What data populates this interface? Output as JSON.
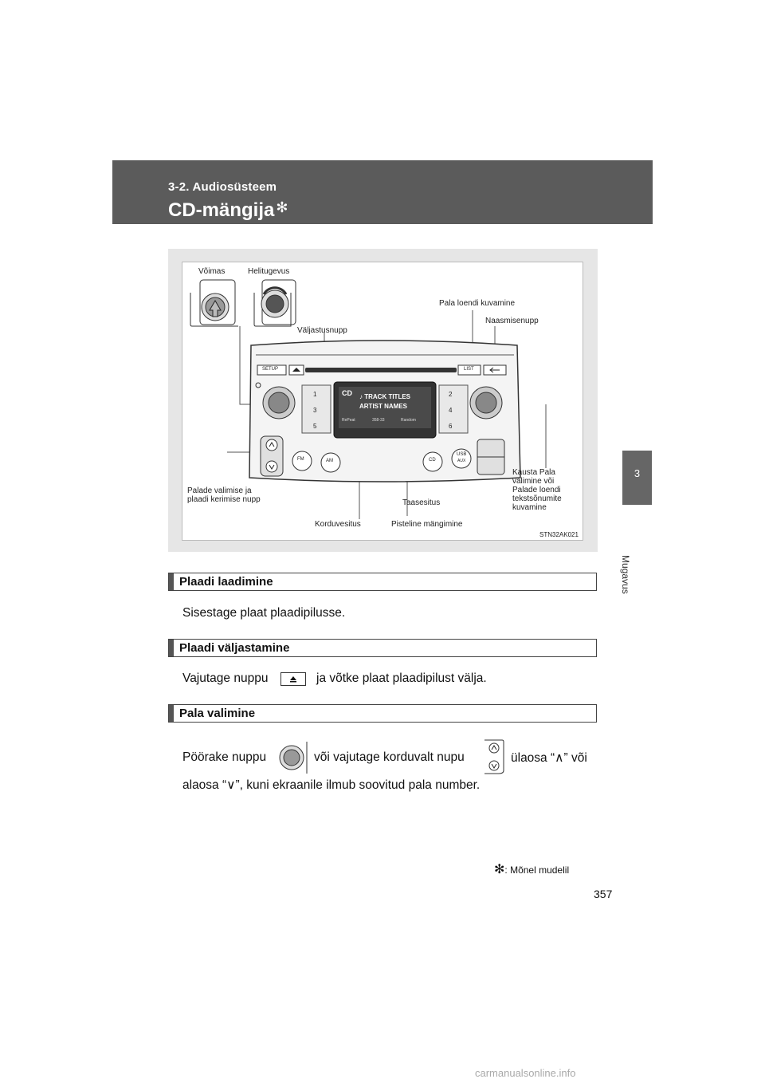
{
  "header": {
    "section_label": "3-2. Audiosüsteem",
    "title": "CD-mängija",
    "title_marker": "✻"
  },
  "side_tab": {
    "chapter_number": "3",
    "chapter_label": "Mugavus"
  },
  "figure": {
    "labels": {
      "power": "Võimas",
      "volume": "Helitugevus",
      "list_display": "Pala loendi kuvamine",
      "return": "Naasmisenupp",
      "eject": "Väljastusnupp",
      "select_seek": [
        "Palade valimise ja",
        "plaadi kerimise nupp"
      ],
      "folder": [
        "Kausta Pala",
        "valimine või",
        "Palade loendi",
        "tekstsõnumite",
        "kuvamine"
      ],
      "playback": "Taasesitus",
      "repeat": "Korduvesitus",
      "random": "Pisteline mängimine"
    },
    "code": "STN32AK021",
    "unit": {
      "setup": "SETUP",
      "list": "LIST",
      "presets": [
        "1",
        "2",
        "3",
        "4",
        "5",
        "6"
      ],
      "display_line1": "♪ TRACK TITLES",
      "display_line2": "ARTIST NAMES",
      "display_repeat": "RePeat",
      "display_time": "358-33",
      "display_random": "Random",
      "display_cd": "CD",
      "fm": "FM",
      "am": "AM",
      "cd": "CD",
      "usb": "USB",
      "aux": "AUX"
    }
  },
  "sections": [
    {
      "title": "Plaadi laadimine",
      "body": "Sisestage plaat plaadipilusse."
    },
    {
      "title": "Plaadi väljastamine",
      "body_before": "Vajutage nuppu",
      "body_after": "ja võtke plaat plaadipilust välja."
    },
    {
      "title": "Pala valimine",
      "body_line1_a": "Pöörake nuppu",
      "body_line1_b": "või vajutage korduvalt nupu",
      "body_line1_c": "ülaosa “∧” või",
      "body_line2": "alaosa “∨”, kuni ekraanile ilmub soovitud pala number."
    }
  ],
  "footnote": {
    "marker": "✻",
    "text": ": Mõnel mudelil"
  },
  "page_number": "357",
  "watermark": "carmanualsonline.info"
}
